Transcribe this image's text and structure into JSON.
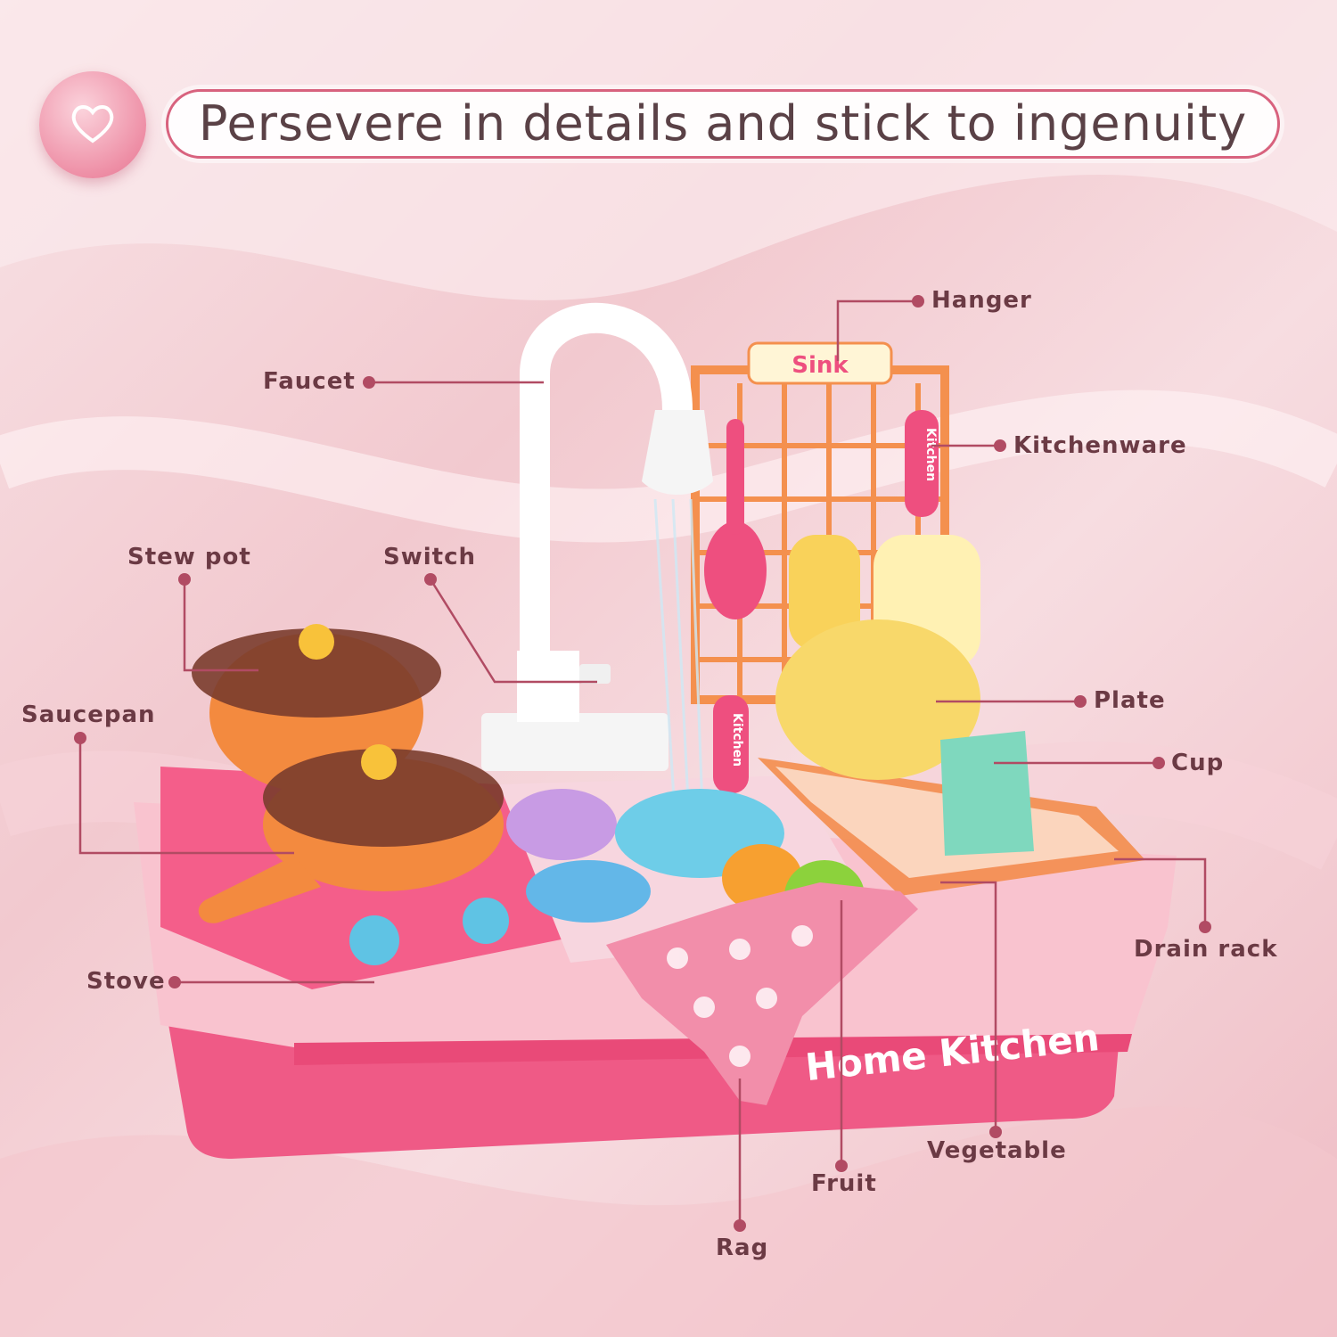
{
  "header": {
    "title": "Persevere in details and stick to ingenuity"
  },
  "product": {
    "sink_sign": "Sink",
    "front_text": "Home Kitchen",
    "utensil_text": "Kitchen"
  },
  "labels": {
    "hanger": "Hanger",
    "faucet": "Faucet",
    "kitchenware": "Kitchenware",
    "stew_pot": "Stew pot",
    "switch": "Switch",
    "saucepan": "Saucepan",
    "plate": "Plate",
    "cup": "Cup",
    "drain_rack": "Drain rack",
    "stove": "Stove",
    "vegetable": "Vegetable",
    "fruit": "Fruit",
    "rag": "Rag"
  },
  "colors": {
    "accent": "#d8627e",
    "leader_line": "#b14b63",
    "sink_body": "#ef5a86",
    "sink_rim": "#f9c3cf"
  }
}
